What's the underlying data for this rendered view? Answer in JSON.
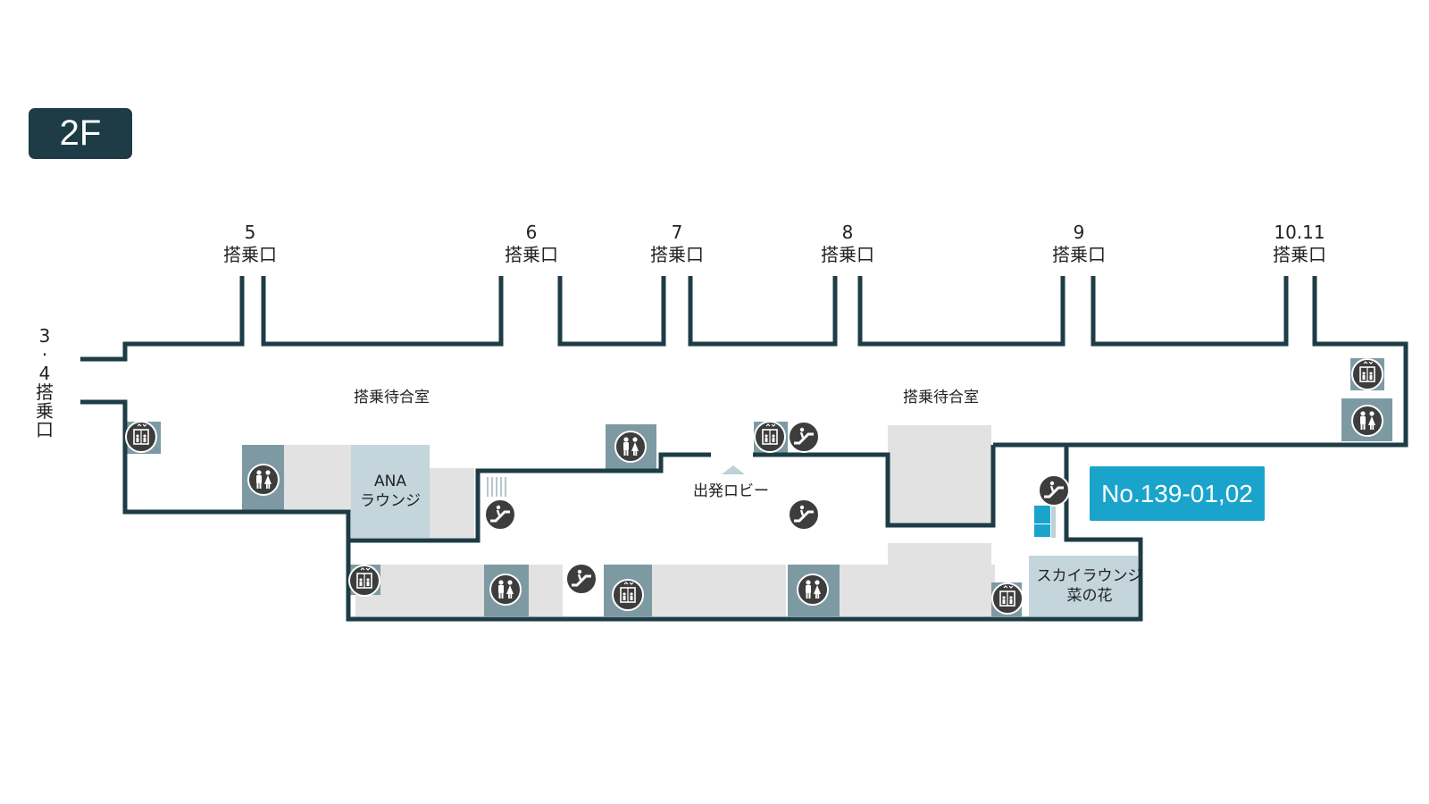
{
  "floor": {
    "label": "2F"
  },
  "gates": [
    {
      "number": "5",
      "label": "搭乗口"
    },
    {
      "number": "6",
      "label": "搭乗口"
    },
    {
      "number": "7",
      "label": "搭乗口"
    },
    {
      "number": "8",
      "label": "搭乗口"
    },
    {
      "number": "9",
      "label": "搭乗口"
    },
    {
      "number": "10.11",
      "label": "搭乗口"
    }
  ],
  "gate_34": {
    "chars": [
      "3",
      "·",
      "4",
      "搭",
      "乗",
      "口"
    ]
  },
  "rooms": {
    "waiting_left": "搭乗待合室",
    "waiting_right": "搭乗待合室",
    "ana_lounge_line1": "ANA",
    "ana_lounge_line2": "ラウンジ",
    "departure_lobby": "出発ロビー",
    "sky_lounge_line1": "スカイラウンジ",
    "sky_lounge_line2": "菜の花"
  },
  "shop": {
    "label": "No.139-01,02"
  },
  "colors": {
    "wall": "#1d3c45",
    "badge": "#1d3c45",
    "shop": "#1aa4cc",
    "facility_tile": "#7d9aa3",
    "room_gray": "#e2e2e2",
    "lounge": "#c4d5dc",
    "icon_disc": "#3d3d3d"
  },
  "icons": [
    "elevator-icon",
    "restroom-icon",
    "escalator-icon",
    "stairs-icon"
  ]
}
